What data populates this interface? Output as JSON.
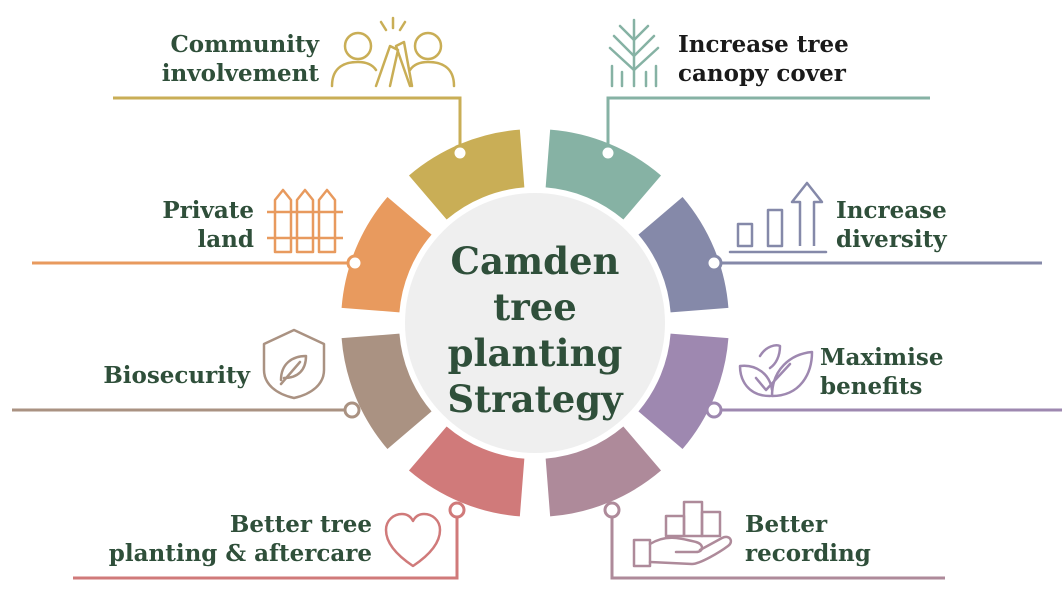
{
  "diagram": {
    "center_title": [
      "Camden",
      "tree",
      "planting",
      "Strategy"
    ],
    "segments": [
      {
        "id": "community",
        "lines": [
          "Community",
          "involvement"
        ],
        "color": "#c9ae56",
        "icon": "high-five-people-icon"
      },
      {
        "id": "canopy",
        "lines": [
          "Increase tree",
          "canopy cover"
        ],
        "color": "#86b2a4",
        "icon": "growing-tree-icon"
      },
      {
        "id": "diversity",
        "lines": [
          "Increase",
          "diversity"
        ],
        "color": "#8589a9",
        "icon": "rising-bars-arrow-icon"
      },
      {
        "id": "benefits",
        "lines": [
          "Maximise",
          "benefits"
        ],
        "color": "#9e88b0",
        "icon": "leaves-check-icon"
      },
      {
        "id": "recording",
        "lines": [
          "Better",
          "recording"
        ],
        "color": "#ae8a9a",
        "icon": "hand-holding-boxes-icon"
      },
      {
        "id": "planting",
        "lines": [
          "Better tree",
          "planting & aftercare"
        ],
        "color": "#d07a7a",
        "icon": "heart-icon"
      },
      {
        "id": "biosecurity",
        "lines": [
          "Biosecurity"
        ],
        "color": "#aa9282",
        "icon": "shield-leaf-icon"
      },
      {
        "id": "private",
        "lines": [
          "Private",
          "land"
        ],
        "color": "#e89a5e",
        "icon": "fence-icon"
      }
    ]
  }
}
